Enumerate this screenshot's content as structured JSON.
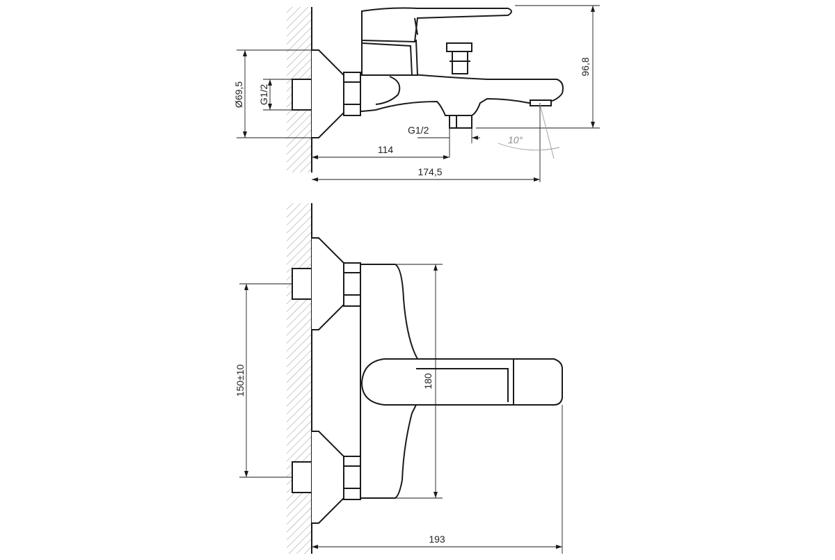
{
  "drawing": {
    "top_view": {
      "diameter_label": "Ø69,5",
      "inlet_thread_label": "G1/2",
      "outlet_thread_label": "G1/2",
      "height_label": "96,8",
      "spout_angle_label": "10°",
      "outlet_offset_label": "114",
      "spout_length_label": "174,5"
    },
    "front_view": {
      "centers_label": "150±10",
      "body_height_label": "180",
      "total_depth_label": "193"
    }
  }
}
